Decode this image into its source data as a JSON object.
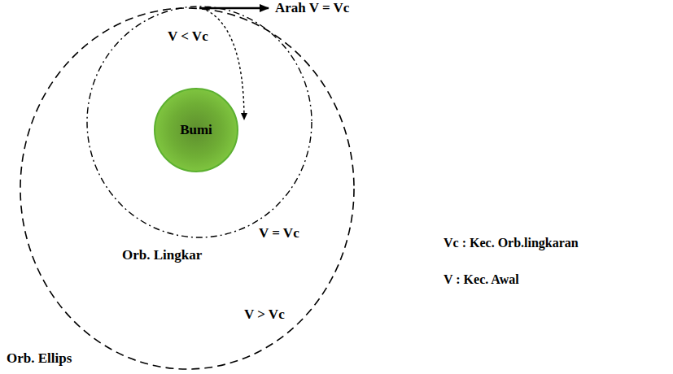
{
  "diagram": {
    "nodes": [
      {
        "text": [
          "Bumi"
        ]
      }
    ],
    "labels": [
      "Arah V = Vc",
      "V < Vc",
      "V = Vc",
      "Orb. Lingkar",
      "V > Vc",
      "Orb. Ellips",
      "Vc : Kec. Orb.lingkaran",
      "V : Kec. Awal"
    ]
  }
}
